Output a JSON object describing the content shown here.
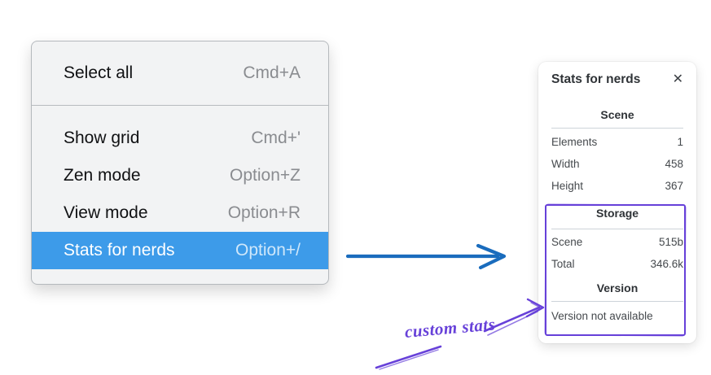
{
  "context_menu": {
    "items": [
      {
        "label": "Select all",
        "shortcut": "Cmd+A"
      },
      {
        "label": "Show grid",
        "shortcut": "Cmd+'"
      },
      {
        "label": "Zen mode",
        "shortcut": "Option+Z"
      },
      {
        "label": "View mode",
        "shortcut": "Option+R"
      },
      {
        "label": "Stats for nerds",
        "shortcut": "Option+/"
      }
    ],
    "highlighted_item": "Stats for nerds"
  },
  "stats_panel": {
    "title": "Stats for nerds",
    "close_icon": "✕",
    "scene_section": {
      "heading": "Scene",
      "rows": [
        {
          "label": "Elements",
          "value": "1"
        },
        {
          "label": "Width",
          "value": "458"
        },
        {
          "label": "Height",
          "value": "367"
        }
      ]
    },
    "storage_section": {
      "heading": "Storage",
      "rows": [
        {
          "label": "Scene",
          "value": "515b"
        },
        {
          "label": "Total",
          "value": "346.6k"
        }
      ]
    },
    "version_section": {
      "heading": "Version",
      "note": "Version not available"
    }
  },
  "annotation": {
    "label": "custom stats"
  },
  "colors": {
    "menu_highlight_blue": "#3d9be9",
    "flow_arrow_blue": "#1a6cbd",
    "annotation_violet": "#6741d9",
    "menu_background": "#f2f3f4"
  }
}
